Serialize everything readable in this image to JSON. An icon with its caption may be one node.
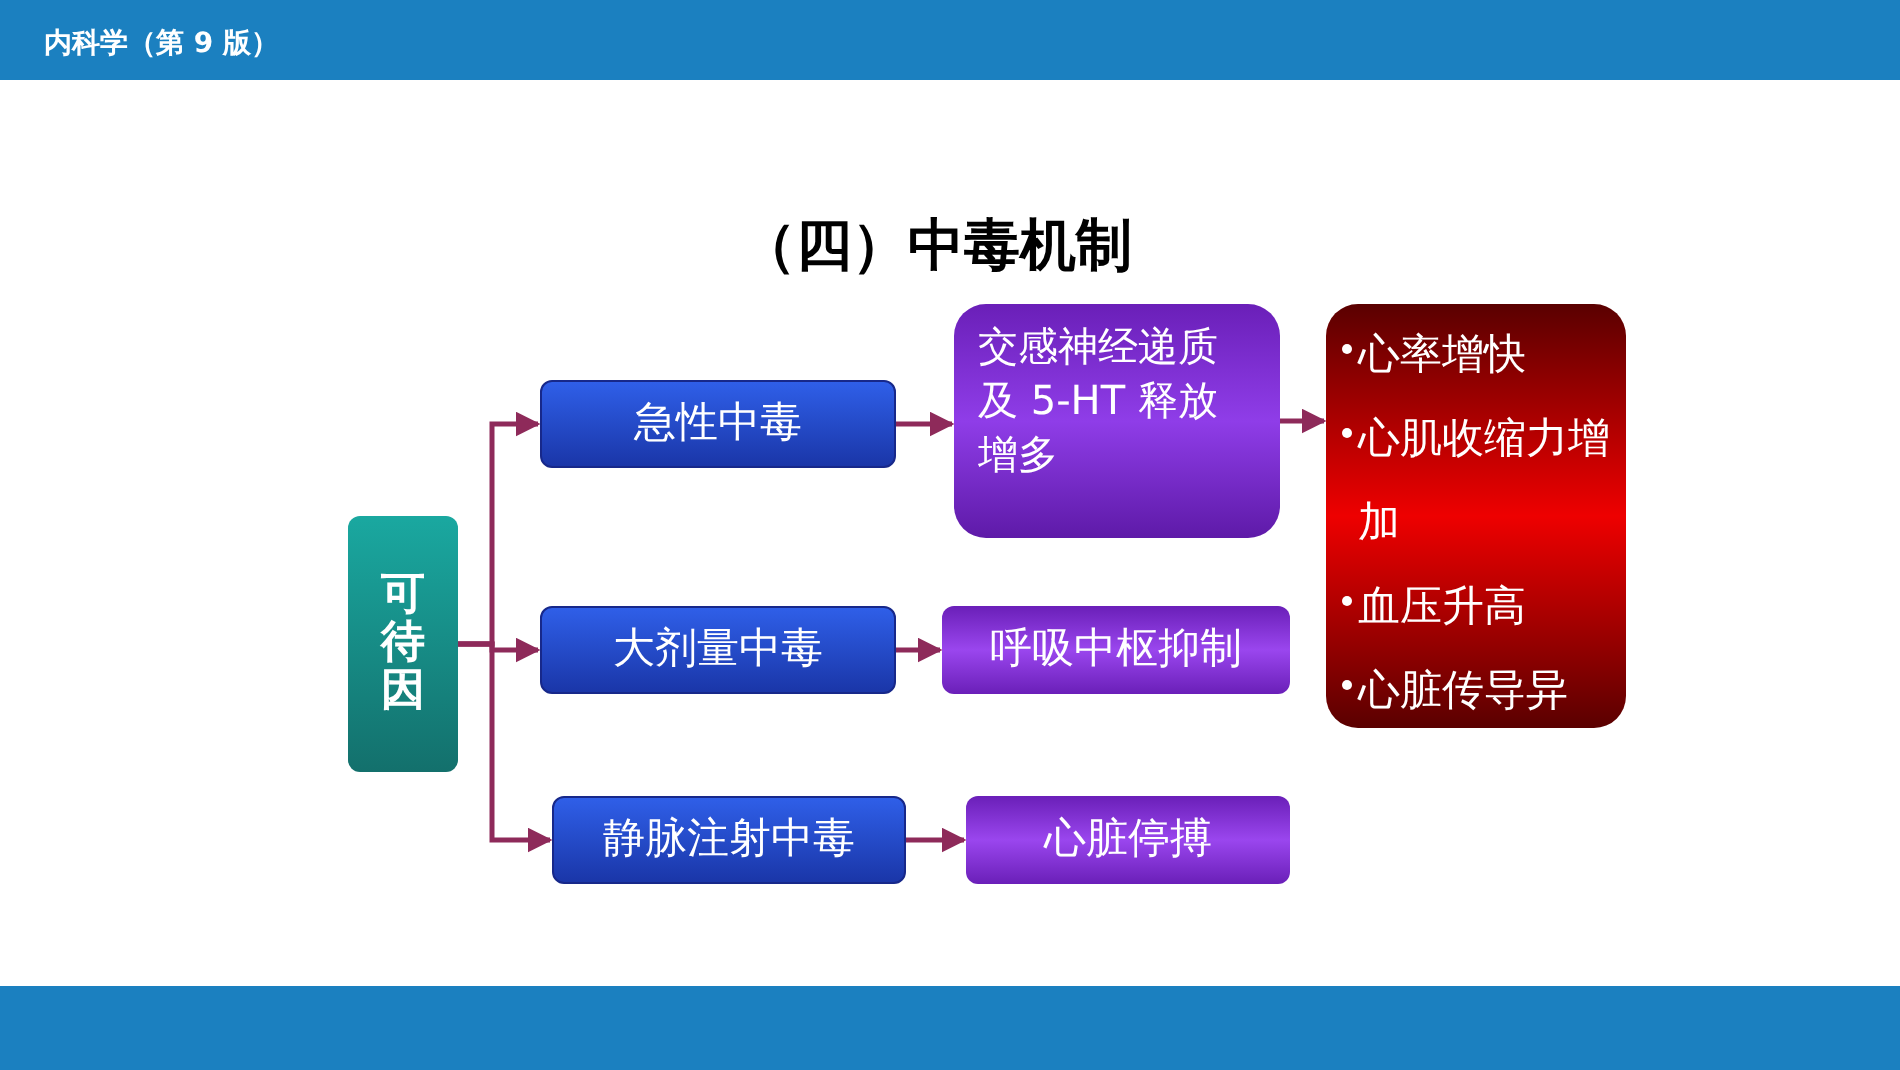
{
  "diagram": {
    "title": "（四）中毒机制",
    "nodes": [
      {
        "text": [
          "可待因"
        ]
      },
      {
        "text": [
          "急性中毒"
        ]
      },
      {
        "text": [
          "大剂量中毒"
        ]
      },
      {
        "text": [
          "静脉注射中毒"
        ]
      },
      {
        "text": [
          "交感神经递质及 5-HT 释放增多"
        ]
      },
      {
        "text": [
          "呼吸中枢抑制"
        ]
      },
      {
        "text": [
          "心脏停搏"
        ]
      },
      {
        "text": [
          "心率增快",
          "心肌收缩力增加",
          "血压升高",
          "心脏传导异"
        ]
      }
    ],
    "edges": [
      {
        "from": 0,
        "to": 1,
        "arrow": "to"
      },
      {
        "from": 0,
        "to": 2,
        "arrow": "to"
      },
      {
        "from": 0,
        "to": 3,
        "arrow": "to"
      },
      {
        "from": 1,
        "to": 4,
        "arrow": "to"
      },
      {
        "from": 2,
        "to": 5,
        "arrow": "to"
      },
      {
        "from": 3,
        "to": 6,
        "arrow": "to"
      },
      {
        "from": 4,
        "to": 7,
        "arrow": "to"
      }
    ],
    "labels": [
      "内科学（第 9 版）"
    ]
  }
}
